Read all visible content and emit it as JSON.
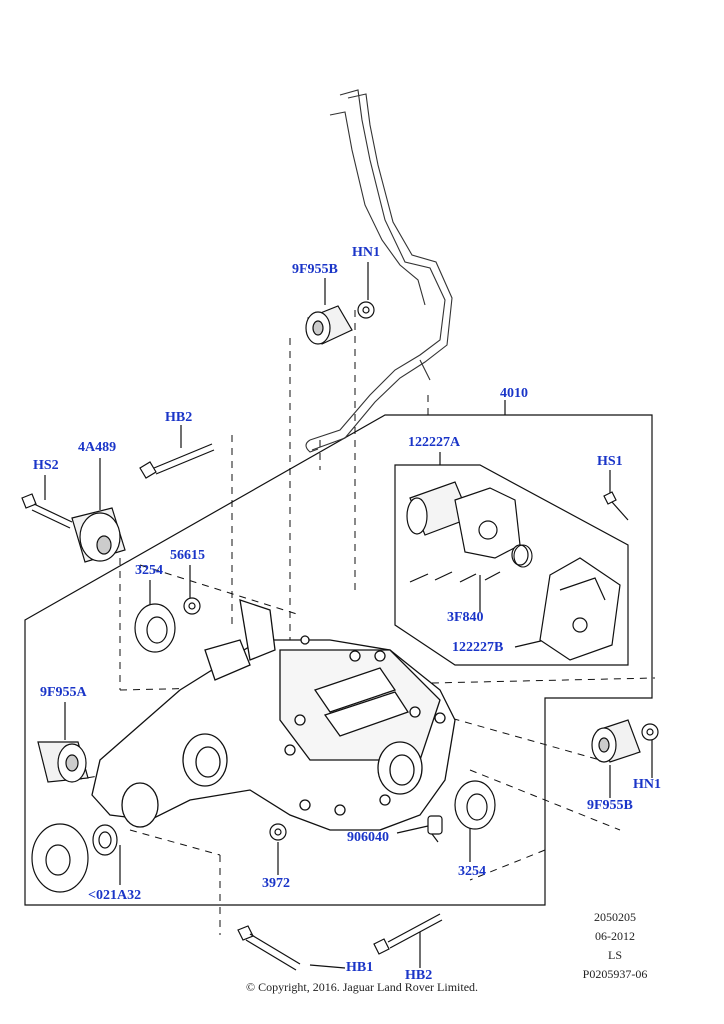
{
  "callouts": {
    "p_9f955b_top": "9F955B",
    "p_hn1_top": "HN1",
    "p_4010": "4010",
    "p_hb2_top": "HB2",
    "p_4a489": "4A489",
    "p_hs2": "HS2",
    "p_122227a": "122227A",
    "p_hs1": "HS1",
    "p_3254_left": "3254",
    "p_56615": "56615",
    "p_3f840": "3F840",
    "p_122227b": "122227B",
    "p_9f955a": "9F955A",
    "p_hn1_right": "HN1",
    "p_9f955b_right": "9F955B",
    "p_906040": "906040",
    "p_3254_right": "3254",
    "p_3972": "3972",
    "p_021a32": "<021A32",
    "p_hb1": "HB1",
    "p_hb2_bottom": "HB2"
  },
  "meta": {
    "code": "2050205",
    "date": "06-2012",
    "region": "LS",
    "part": "P0205937-06"
  },
  "copyright": "© Copyright, 2016. Jaguar Land Rover Limited."
}
